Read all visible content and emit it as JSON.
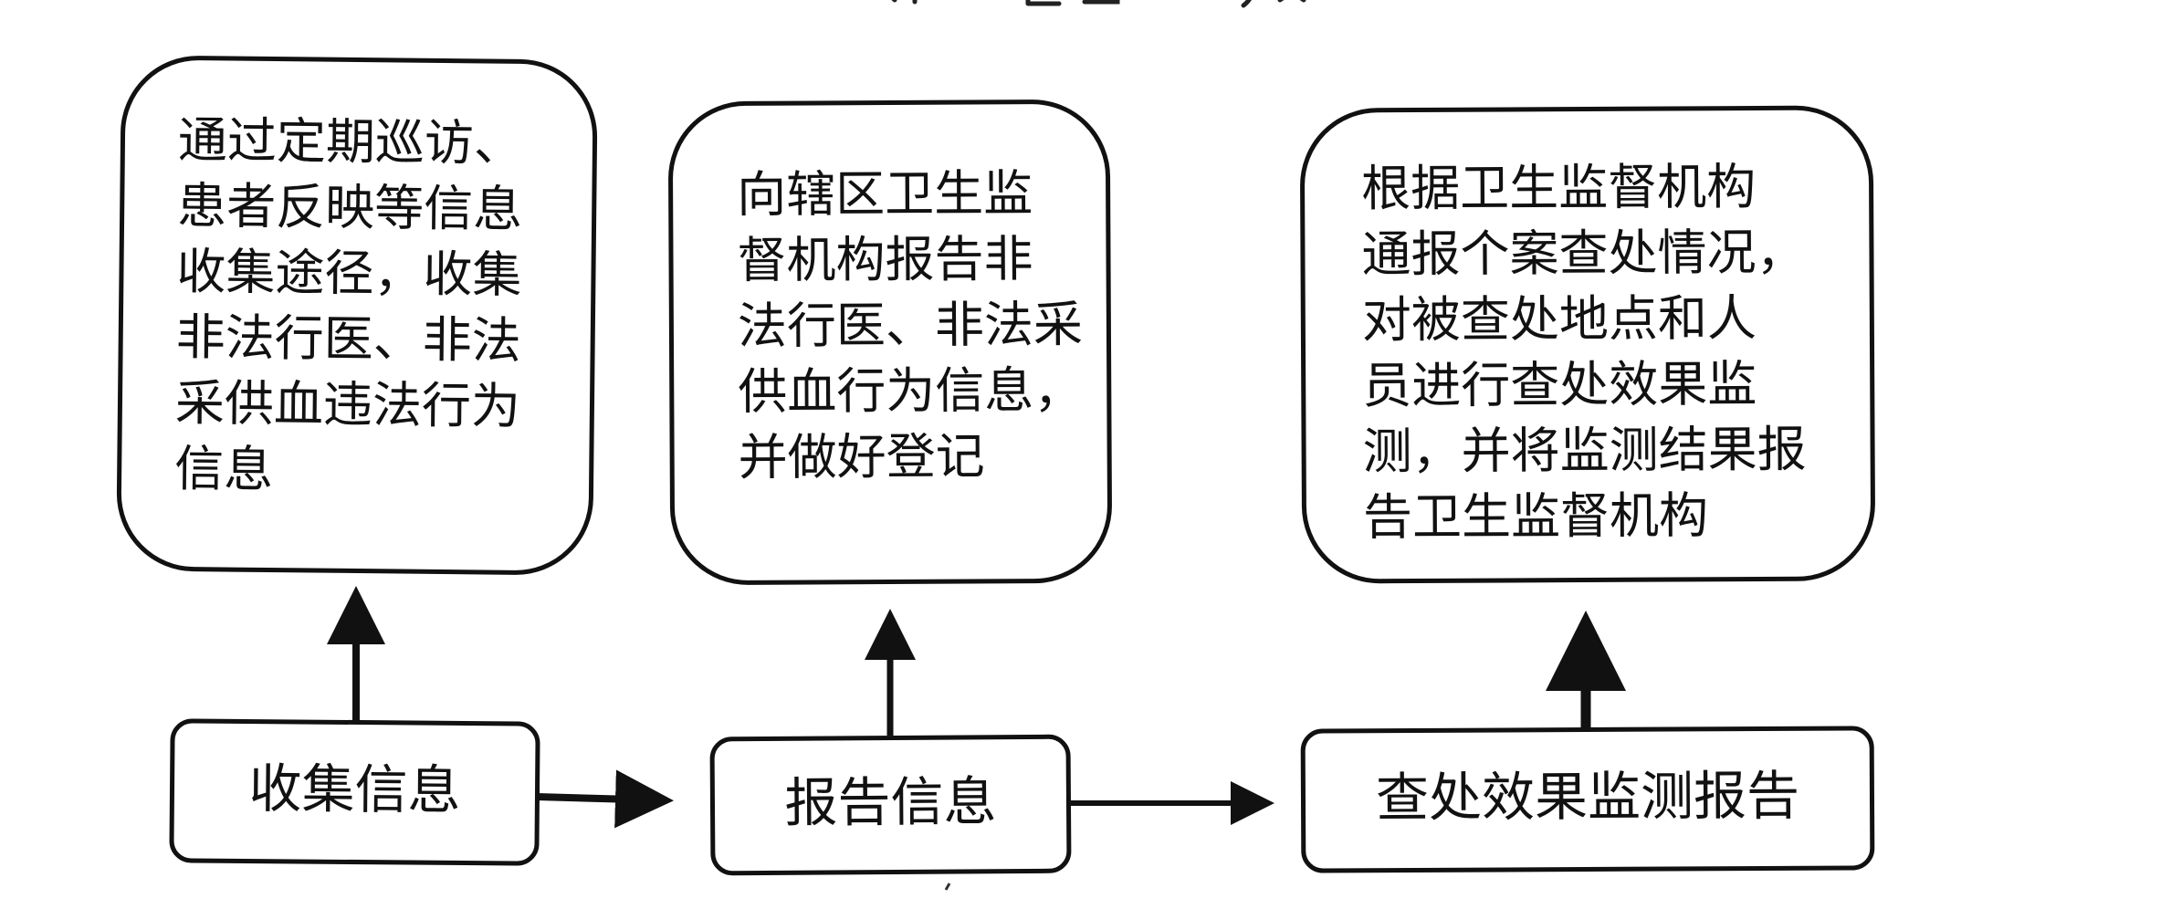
{
  "flowchart": {
    "steps": [
      {
        "id": "collect",
        "label": "收集信息"
      },
      {
        "id": "report",
        "label": "报告信息"
      },
      {
        "id": "monitor",
        "label": "查处效果监测报告"
      }
    ],
    "details": [
      {
        "id": "collect-detail",
        "text": "通过定期巡访、\n患者反映等信息\n收集途径，收集\n非法行医、非法\n采供血违法行为\n信息"
      },
      {
        "id": "report-detail",
        "text": "向辖区卫生监\n督机构报告非\n法行医、非法采\n供血行为信息，\n并做好登记"
      },
      {
        "id": "monitor-detail",
        "text": "根据卫生监督机构\n通报个案查处情况，\n对被查处地点和人\n员进行查处效果监\n测，并将监测结果报\n告卫生监督机构"
      }
    ],
    "connections": [
      {
        "from": "collect",
        "to": "collect-detail"
      },
      {
        "from": "report",
        "to": "report-detail"
      },
      {
        "from": "monitor",
        "to": "monitor-detail"
      },
      {
        "from": "collect",
        "to": "report"
      },
      {
        "from": "report",
        "to": "monitor"
      }
    ]
  }
}
